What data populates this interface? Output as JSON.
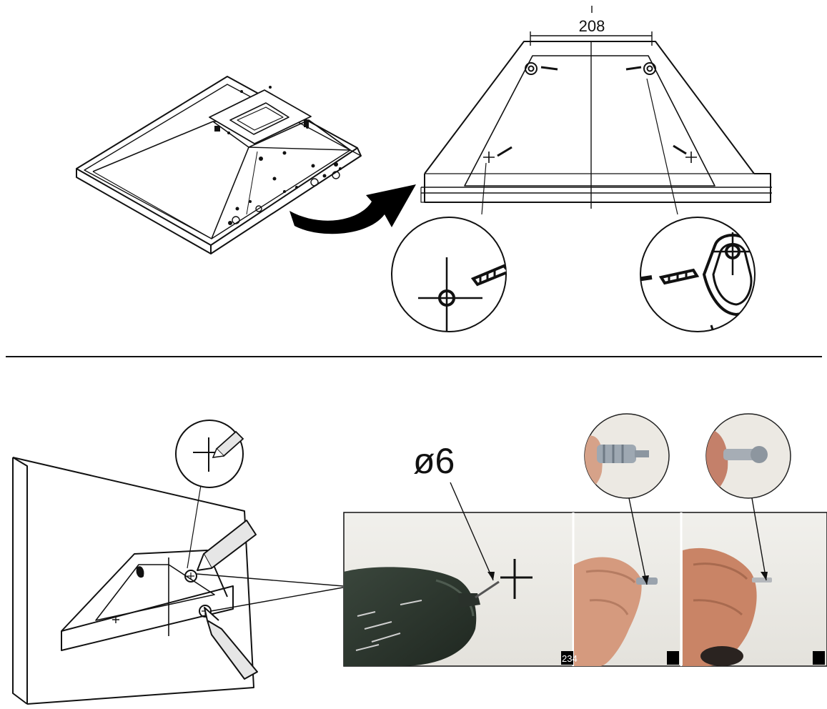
{
  "dimension_label": "208",
  "drill_label": "ø6",
  "photo_counter": "234",
  "colors": {
    "line": "#111111",
    "arrow_fill": "#000000",
    "wall_photo": "#ecebe6",
    "drill_body": "#2f3a31",
    "skin": "#d9a487",
    "plug_grey": "#9aa3ad"
  }
}
